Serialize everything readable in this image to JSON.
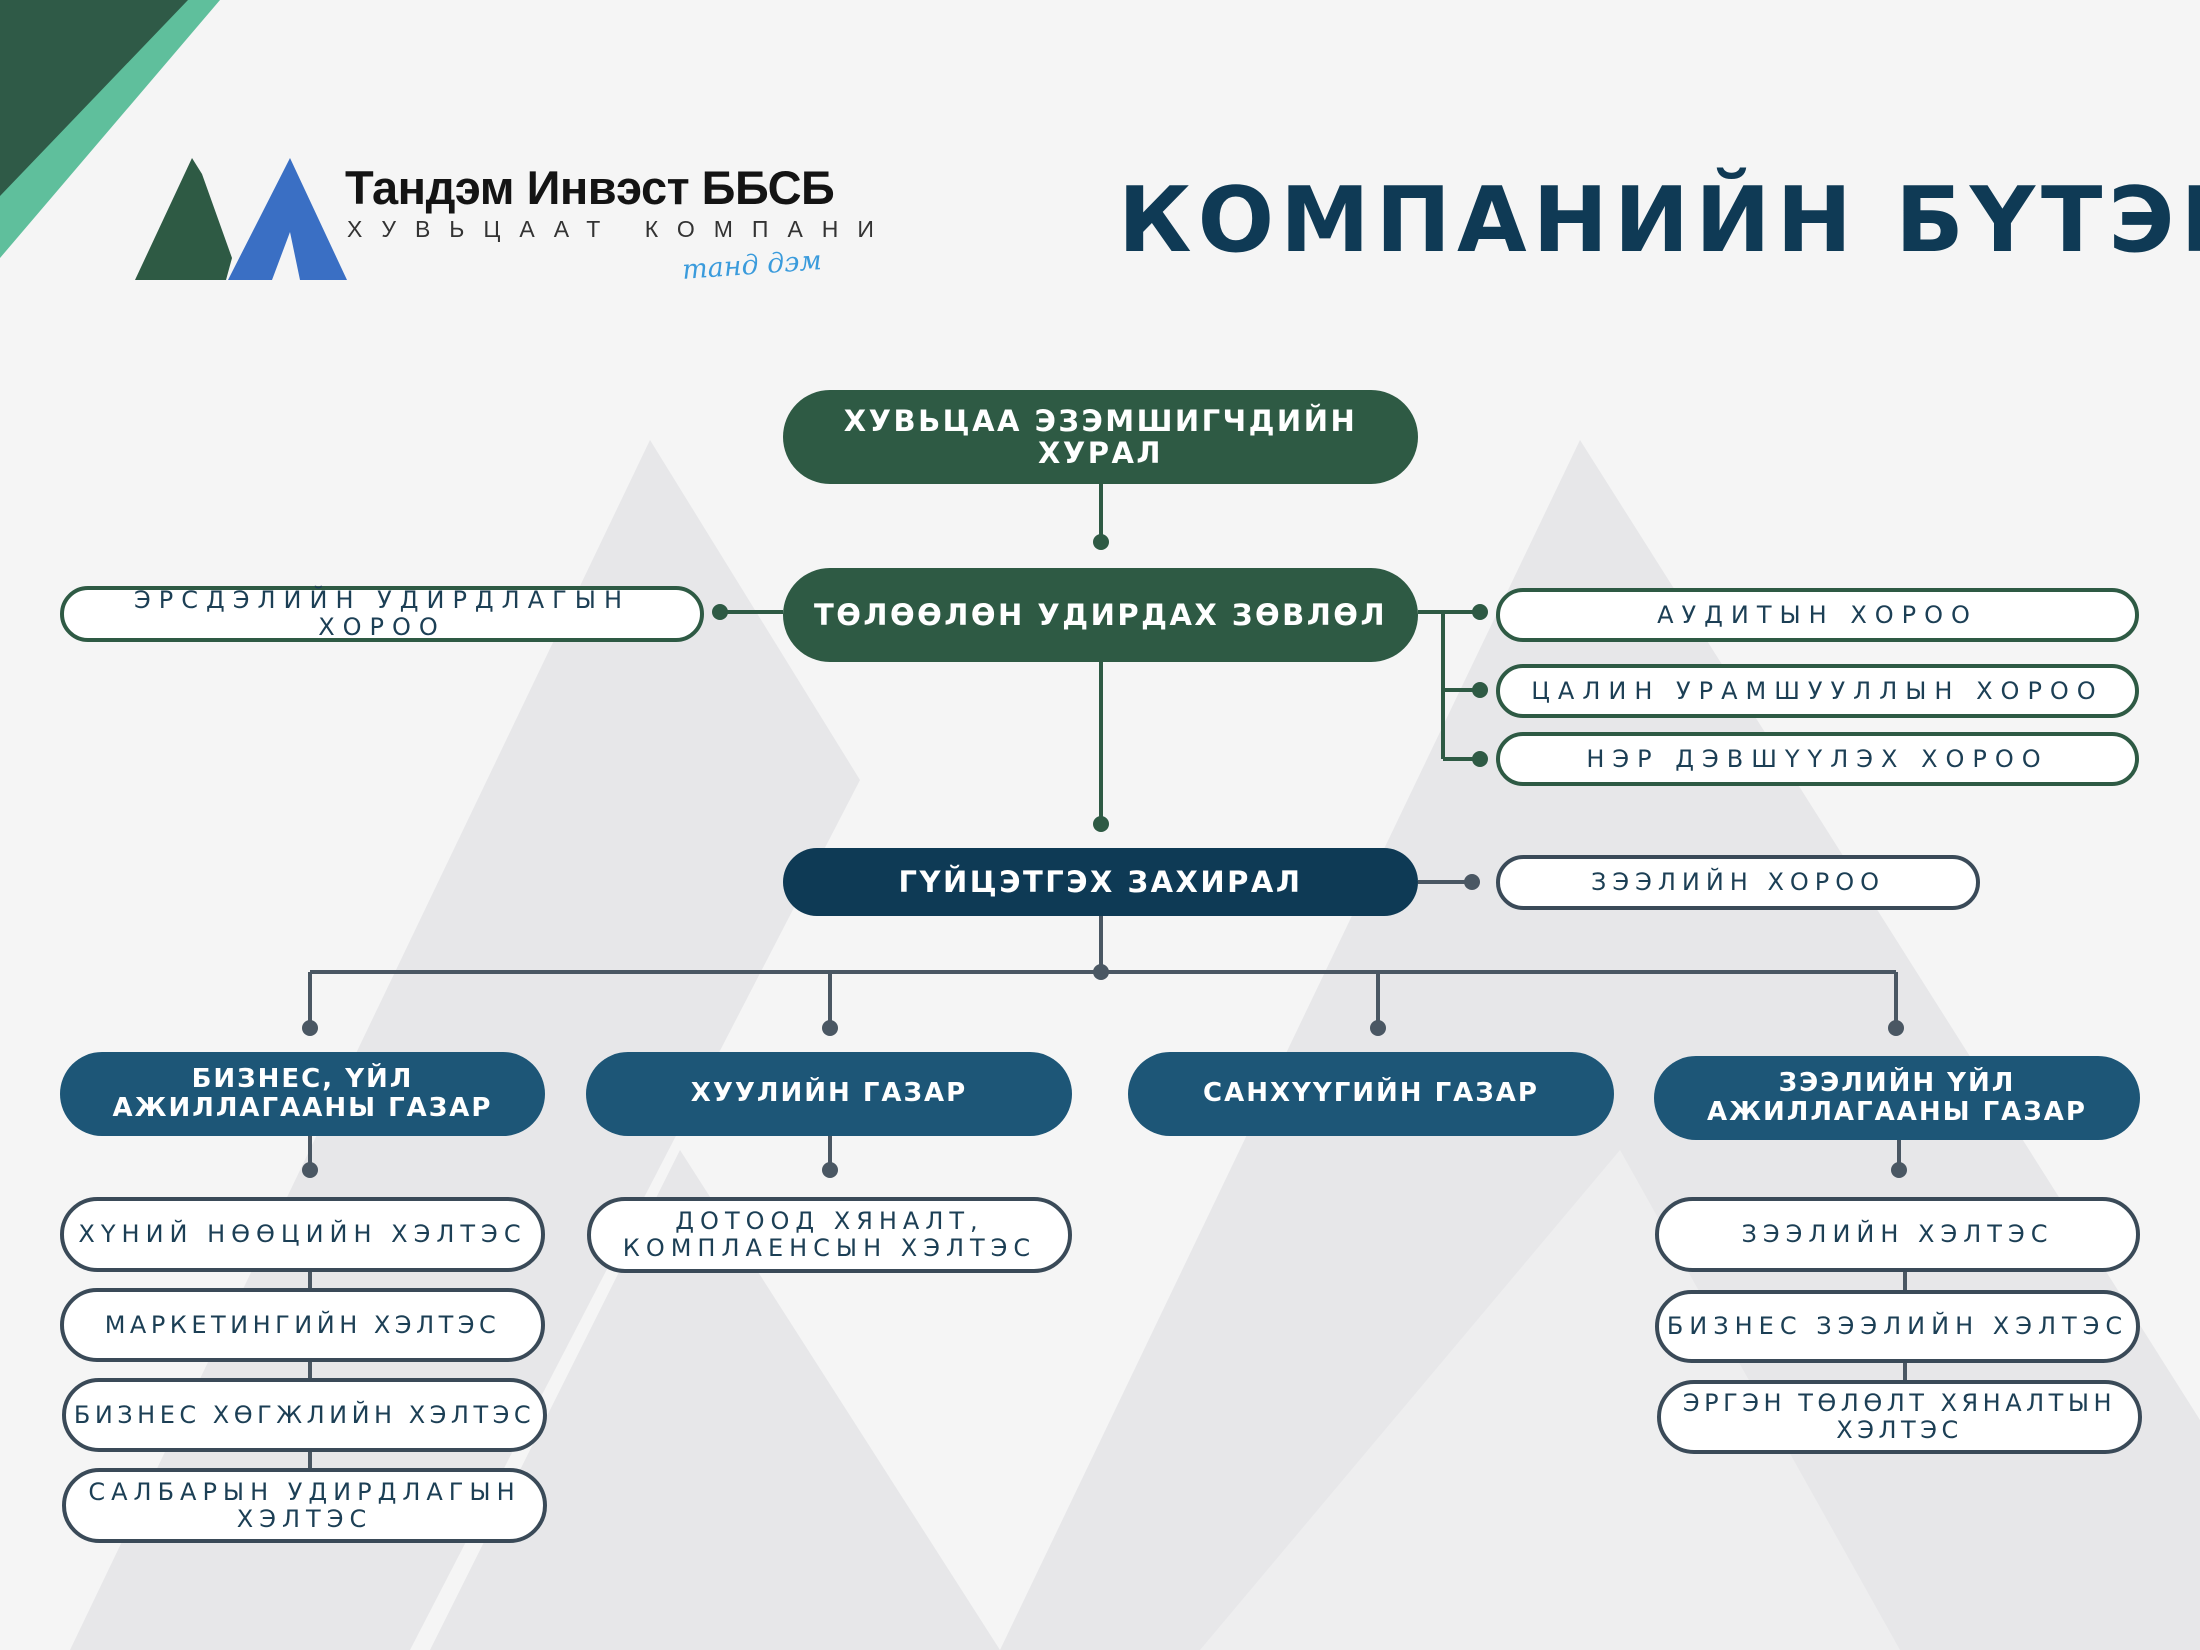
{
  "brand": {
    "name": "Тандэм Инвэст ББСБ",
    "subtitle": "ХУВЬЦААТ КОМПАНИ",
    "slogan": "танд дэм"
  },
  "title": "КОМПАНИЙН БҮТЭЦ",
  "colors": {
    "dark_green": "#2e5a44",
    "navy": "#0e3a55",
    "blue": "#1d5677",
    "corner_green": "#5fbf9c",
    "corner_dark": "#2f5a47",
    "logo_blue": "#3a6fc4",
    "background": "#f5f5f5"
  },
  "nodes": {
    "shareholders": "ХУВЬЦАА ЭЗЭМШИГЧДИЙН ХУРАЛ",
    "board": "ТӨЛӨӨЛӨН УДИРДАХ ЗӨВЛӨЛ",
    "risk_committee": "ЭРСДЭЛИЙН УДИРДЛАГЫН ХОРОО",
    "audit_committee": "АУДИТЫН ХОРОО",
    "compensation_committee": "ЦАЛИН УРАМШУУЛЛЫН ХОРОО",
    "nomination_committee": "НЭР ДЭВШҮҮЛЭХ ХОРОО",
    "ceo": "ГҮЙЦЭТГЭХ ЗАХИРАЛ",
    "loan_committee": "ЗЭЭЛИЙН ХОРОО",
    "business_dept": "БИЗНЕС, ҮЙЛ АЖИЛЛАГААНЫ ГАЗАР",
    "legal_dept": "ХУУЛИЙН ГАЗАР",
    "finance_dept": "САНХҮҮГИЙН ГАЗАР",
    "loan_ops_dept": "ЗЭЭЛИЙН ҮЙЛ АЖИЛЛАГААНЫ ГАЗАР",
    "hr_unit": "ХҮНИЙ НӨӨЦИЙН ХЭЛТЭС",
    "marketing_unit": "МАРКЕТИНГИЙН ХЭЛТЭС",
    "bizdev_unit": "БИЗНЕС ХӨГЖЛИЙН ХЭЛТЭС",
    "branch_unit": "САЛБАРЫН УДИРДЛАГЫН ХЭЛТЭС",
    "compliance_unit": "ДОТООД ХЯНАЛТ, КОМПЛАЕНСЫН ХЭЛТЭС",
    "loan_unit": "ЗЭЭЛИЙН ХЭЛТЭС",
    "business_loan_unit": "БИЗНЕС ЗЭЭЛИЙН ХЭЛТЭС",
    "collection_unit": "ЭРГЭН ТӨЛӨЛТ ХЯНАЛТЫН ХЭЛТЭС"
  }
}
